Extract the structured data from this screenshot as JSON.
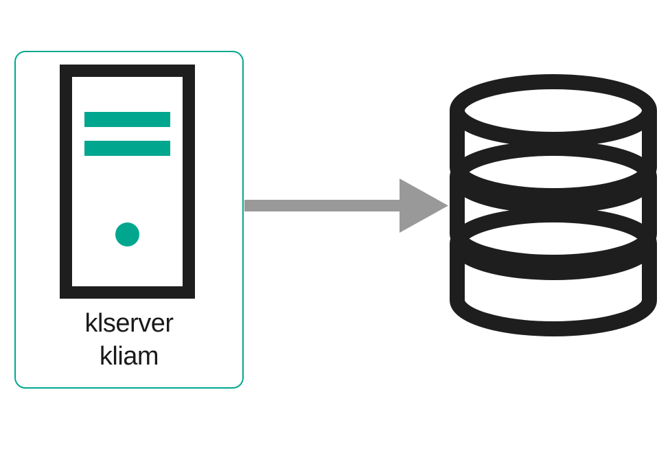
{
  "diagram": {
    "type": "architecture-flow",
    "background_color": "#ffffff",
    "nodes": [
      {
        "id": "server",
        "kind": "server-tower",
        "label_lines": [
          "klserver",
          "kliam"
        ],
        "label_line_1": "klserver",
        "label_line_2": "kliam",
        "group_border_color": "#00a78e",
        "icon_color": "#1e1e1e",
        "accent_color": "#00a78e",
        "icon_name": "server-tower-icon"
      },
      {
        "id": "database",
        "kind": "database-cylinder",
        "label_lines": [],
        "icon_color": "#1e1e1e",
        "disc_count": 3,
        "icon_name": "database-cylinder-icon"
      }
    ],
    "edges": [
      {
        "id": "server-to-database",
        "from": "server",
        "to": "database",
        "label": "",
        "color": "#999999",
        "style": "solid",
        "arrowhead": "filled-triangle",
        "direction": "right"
      }
    ],
    "colors": {
      "accent_teal": "#00a78e",
      "icon_black": "#1e1e1e",
      "arrow_gray": "#999999",
      "text": "#1a1a1a",
      "background": "#ffffff"
    }
  }
}
